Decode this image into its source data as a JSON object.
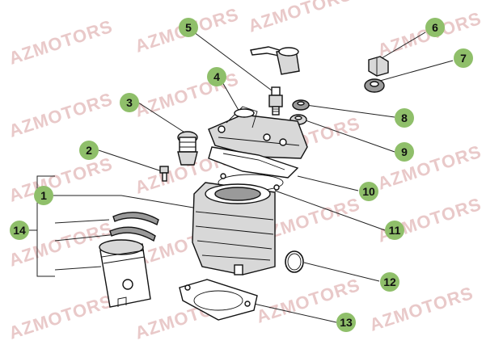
{
  "watermark": "AZMOTORS",
  "callouts": [
    "1",
    "2",
    "3",
    "4",
    "5",
    "6",
    "7",
    "8",
    "9",
    "10",
    "11",
    "12",
    "13",
    "14"
  ],
  "colors": {
    "callout_fill": "#8fbf6a",
    "watermark": "#e9c9c9",
    "line": "#222222"
  }
}
